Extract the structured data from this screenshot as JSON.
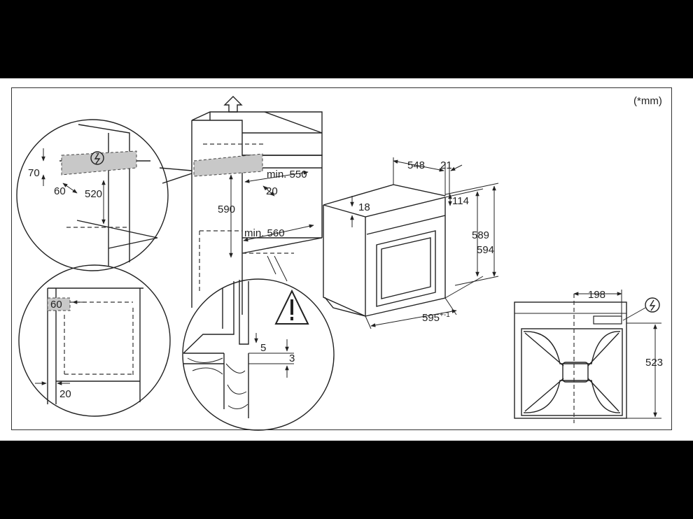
{
  "units_note": "(*mm)",
  "dimensions": {
    "d70": "70",
    "d60_top": "60",
    "d520": "520",
    "d590": "590",
    "d_min550": "min. 550",
    "d20_top": "20",
    "d_min560": "min. 560",
    "d548": "548",
    "d21": "21",
    "d18": "18",
    "d114": "114",
    "d589": "589",
    "d594": "594",
    "d595": "595",
    "d595_tol": "+-1",
    "d60_bottom": "60",
    "d20_bottom": "20",
    "d5": "5",
    "d3": "3",
    "d198": "198",
    "d523": "523"
  },
  "icons": [
    "electrical-connection-icon",
    "warning-triangle-icon",
    "up-arrow-icon"
  ]
}
